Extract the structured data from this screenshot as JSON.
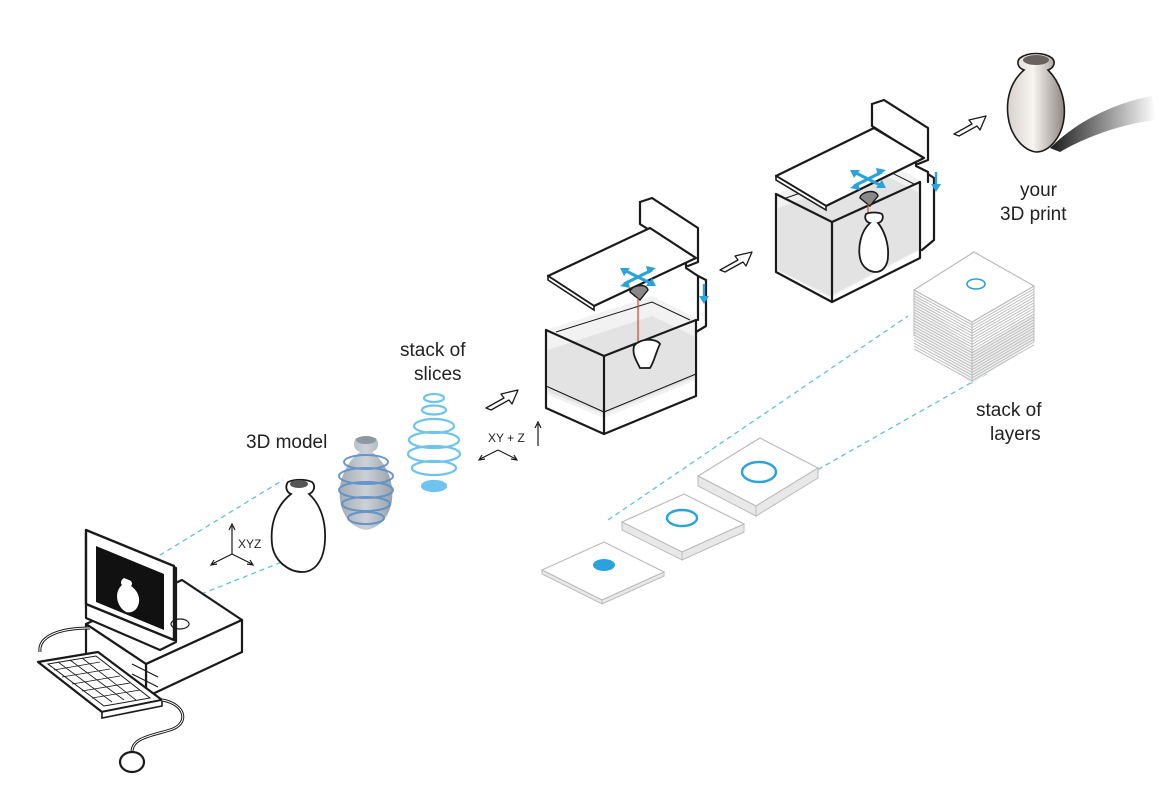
{
  "labels": {
    "model": "3D model",
    "slices_line1": "stack of",
    "slices_line2": "slices",
    "layers_line1": "stack of",
    "layers_line2": "layers",
    "print_line1": "your",
    "print_line2": "3D print",
    "axes_model": "XYZ",
    "axes_slices": "XY + Z"
  },
  "colors": {
    "accent_blue": "#2aa3dc",
    "slice_blue": "#6ec3ef",
    "dashed_line": "#5cc4d8",
    "laser_red": "#d9402b",
    "resin_gray": "#e3e3e3",
    "outline": "#1a1a1a"
  },
  "icons": [
    "computer-icon",
    "vase-icon",
    "axes-icon",
    "arrow-icon",
    "printer-icon",
    "layer-sheet-icon"
  ]
}
